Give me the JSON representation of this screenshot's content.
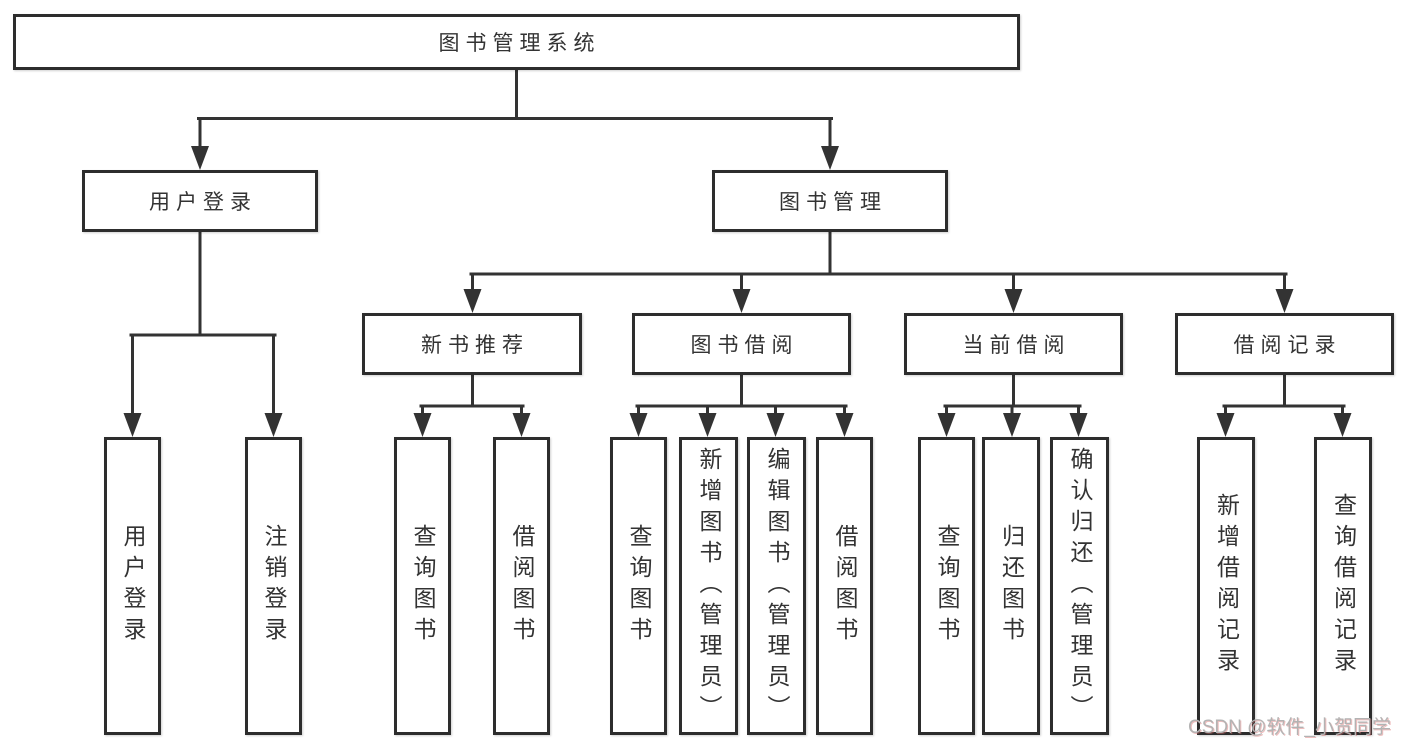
{
  "diagram": {
    "root": {
      "label": "图书管理系统"
    },
    "children": [
      {
        "label": "用户登录",
        "children": [
          {
            "label": "用户登录"
          },
          {
            "label": "注销登录"
          }
        ]
      },
      {
        "label": "图书管理",
        "children": [
          {
            "label": "新书推荐",
            "children": [
              {
                "label": "查询图书"
              },
              {
                "label": "借阅图书"
              }
            ]
          },
          {
            "label": "图书借阅",
            "children": [
              {
                "label": "查询图书"
              },
              {
                "label": "新增图书（管理员）"
              },
              {
                "label": "编辑图书（管理员）"
              },
              {
                "label": "借阅图书"
              }
            ]
          },
          {
            "label": "当前借阅",
            "children": [
              {
                "label": "查询图书"
              },
              {
                "label": "归还图书"
              },
              {
                "label": "确认归还（管理员）"
              }
            ]
          },
          {
            "label": "借阅记录",
            "children": [
              {
                "label": "新增借阅记录"
              },
              {
                "label": "查询借阅记录"
              }
            ]
          }
        ]
      }
    ]
  },
  "colors": {
    "line": "#333333",
    "border": "#2d2d2d",
    "text": "#333333",
    "watermark": "#b3b3b3"
  },
  "watermark": {
    "text": "CSDN @软件_小贺同学"
  }
}
